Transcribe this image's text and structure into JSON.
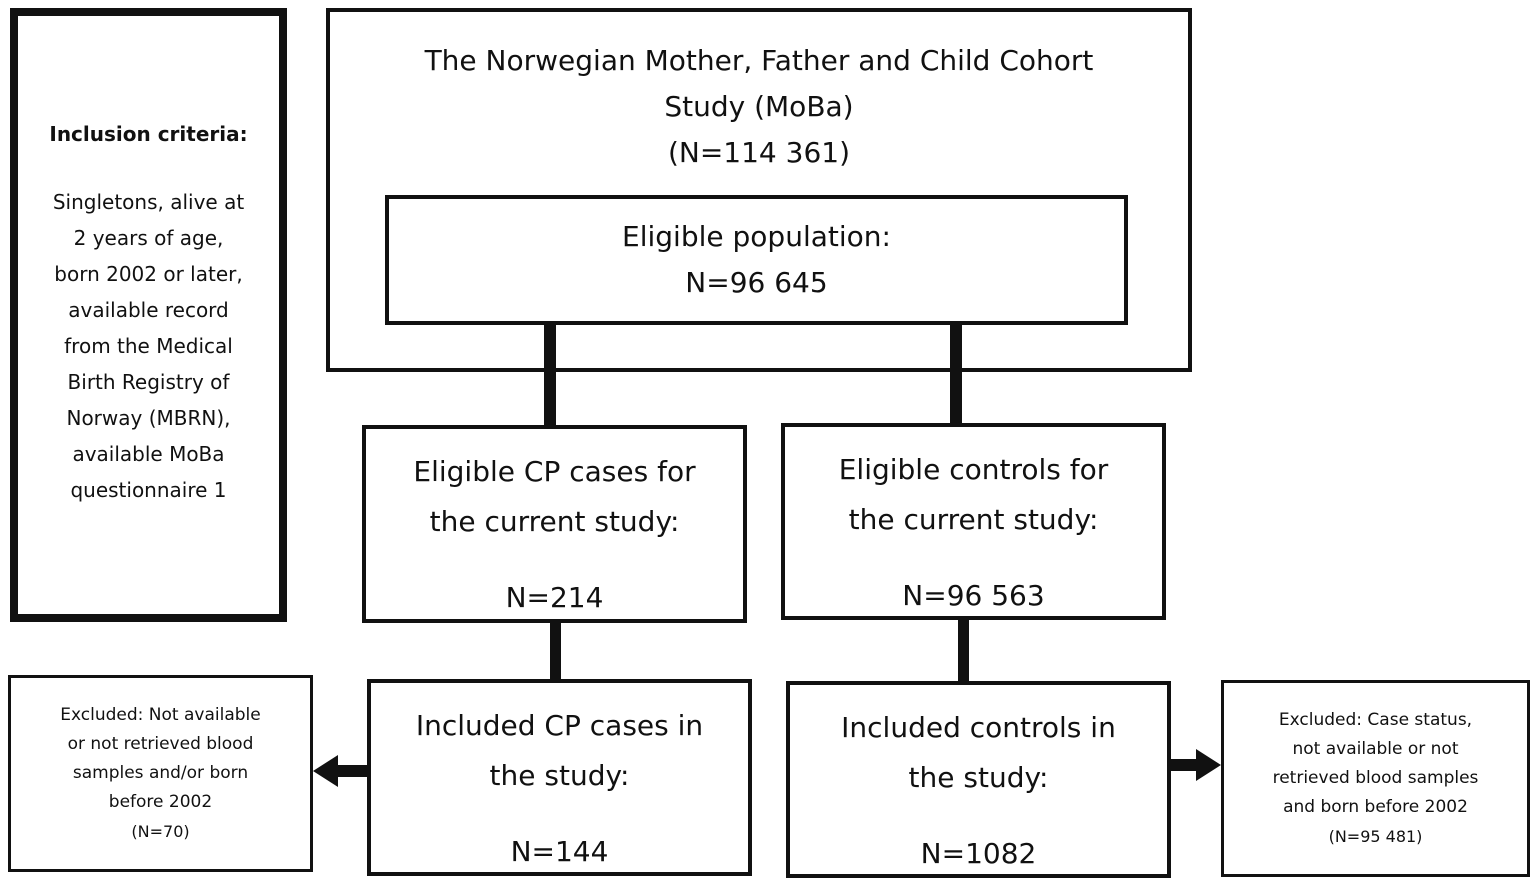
{
  "inclusion": {
    "heading": "Inclusion criteria:",
    "text": "Singletons, alive at\n2 years of age,\nborn 2002 or later,\navailable record\nfrom the Medical\nBirth Registry of\nNorway (MBRN),\navailable MoBa\nquestionnaire 1"
  },
  "cohort": {
    "title": "The Norwegian Mother, Father and Child Cohort\nStudy (MoBa)",
    "n": "(N=114 361)"
  },
  "eligible_population": {
    "label": "Eligible population:",
    "n": "N=96 645"
  },
  "cp_eligible": {
    "label": "Eligible CP cases for\nthe current study:",
    "n": "N=214"
  },
  "controls_eligible": {
    "label": "Eligible controls for\nthe current study:",
    "n": "N=96 563"
  },
  "cp_included": {
    "label": "Included CP cases in\nthe study:",
    "n": "N=144"
  },
  "controls_included": {
    "label": "Included controls in\nthe study:",
    "n": "N=1082"
  },
  "excluded_cp": {
    "label": "Excluded: Not available\nor not retrieved blood\nsamples and/or born\nbefore 2002",
    "n": "(N=70)"
  },
  "excluded_controls": {
    "label": "Excluded: Case status,\nnot available or not\nretrieved blood samples\nand born before 2002",
    "n": "(N=95 481)"
  },
  "colors": {
    "stroke": "#111111",
    "background": "#ffffff"
  }
}
